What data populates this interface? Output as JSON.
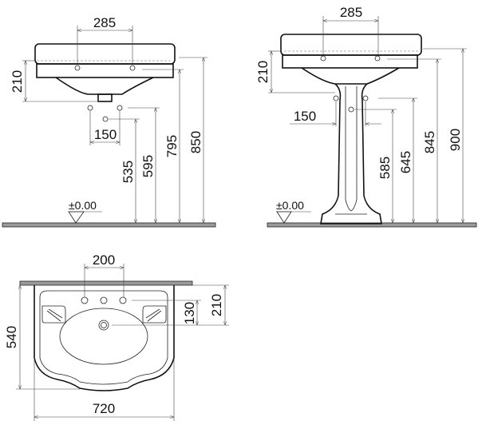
{
  "wall_hung_view": {
    "tap_spacing": "285",
    "height_overflow": "210",
    "waste_spacing": "150",
    "dim_535": "535",
    "dim_595": "595",
    "dim_795": "795",
    "dim_850": "850",
    "floor_level": "±0.00"
  },
  "pedestal_view": {
    "tap_spacing": "285",
    "height_overflow": "210",
    "waste_spacing": "150",
    "dim_585": "585",
    "dim_645": "645",
    "dim_845": "845",
    "dim_900": "900",
    "floor_level": "±0.00"
  },
  "plan_view": {
    "tap_spacing": "200",
    "dim_130": "130",
    "dim_210": "210",
    "depth": "540",
    "width": "720"
  }
}
